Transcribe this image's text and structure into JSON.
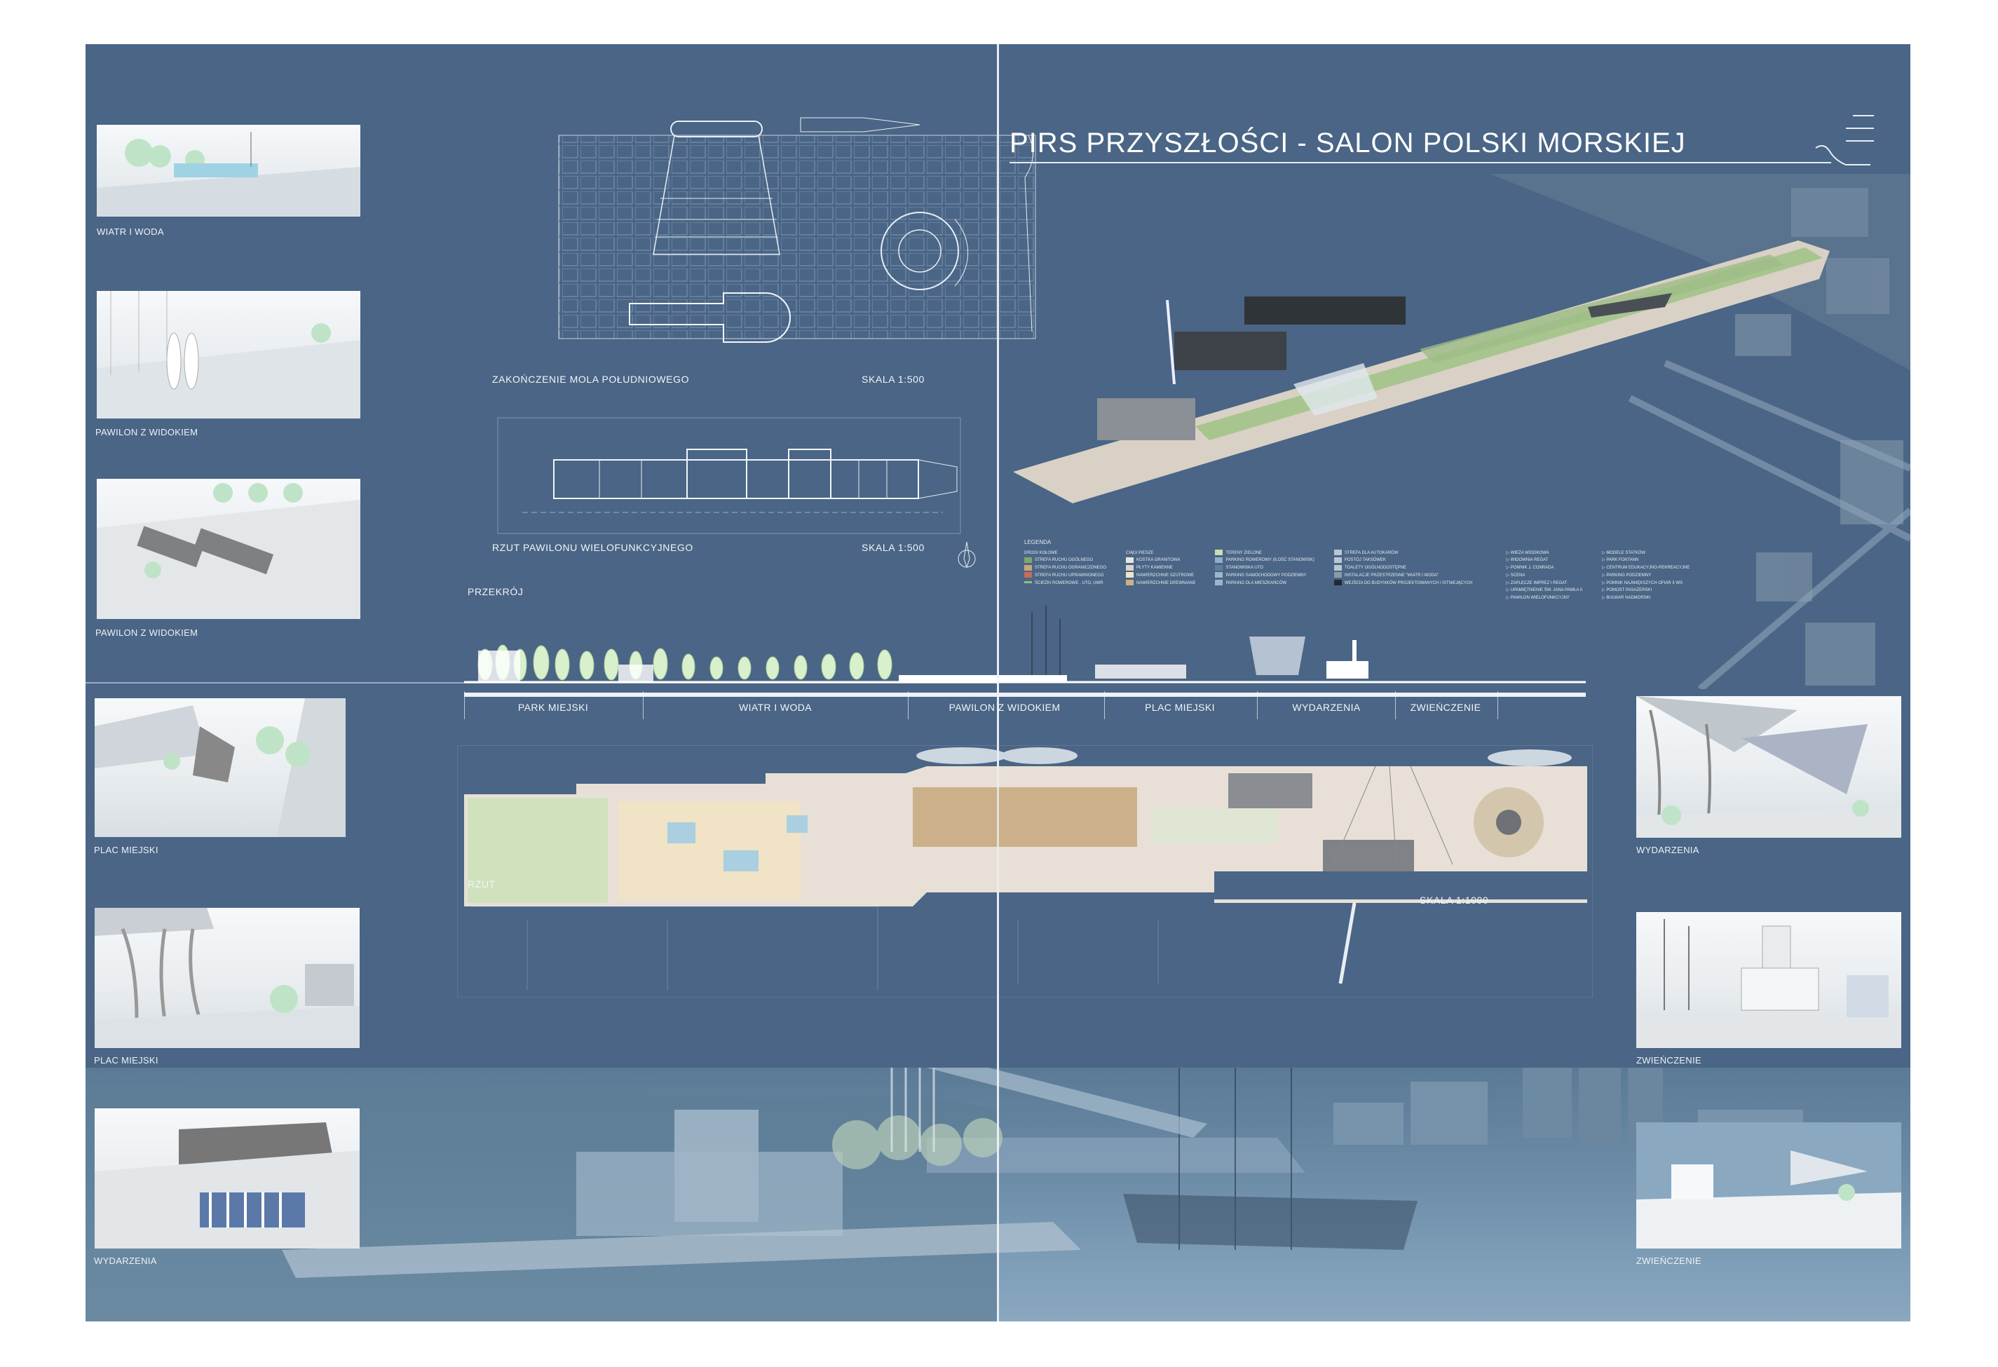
{
  "title": "PIRS PRZYSZŁOŚCI - SALON POLSKI MORSKIEJ",
  "thumbnails_left": [
    {
      "label": "WIATR I WODA"
    },
    {
      "label": "PAWILON Z WIDOKIEM"
    },
    {
      "label": "PAWILON Z WIDOKIEM"
    },
    {
      "label": "PLAC MIEJSKI"
    },
    {
      "label": "PLAC MIEJSKI"
    },
    {
      "label": "WYDARZENIA"
    }
  ],
  "thumbnails_right": [
    {
      "label": "WYDARZENIA"
    },
    {
      "label": "ZWIEŃCZENIE"
    },
    {
      "label": "ZWIEŃCZENIE"
    }
  ],
  "plan_pier_end": {
    "label": "ZAKOŃCZENIE MOLA POŁUDNIOWEGO",
    "scale": "SKALA 1:500"
  },
  "plan_pavilion": {
    "label": "RZUT PAWILONU WIELOFUNKCYJNEGO",
    "scale": "SKALA 1:500"
  },
  "section": {
    "label": "PRZEKRÓJ",
    "zones": [
      "PARK MIEJSKI",
      "WIATR I WODA",
      "PAWILON Z WIDOKIEM",
      "PLAC MIEJSKI",
      "WYDARZENIA",
      "ZWIEŃCZENIE"
    ]
  },
  "main_plan": {
    "label": "RZUT",
    "scale": "SKALA 1:1000"
  },
  "legend": {
    "title": "LEGENDA",
    "roads": {
      "header": "DROGI KOŁOWE",
      "items": [
        {
          "label": "STREFA RUCHU OGÓLNEGO",
          "color": "#7ea86a"
        },
        {
          "label": "STREFA RUCHU OGRANICZONEGO",
          "color": "#c9a57a"
        },
        {
          "label": "STREFA RUCHU UPRAWNIONEGO",
          "color": "#c96a5a"
        },
        {
          "label": "ŚCIEŻKI ROWEROWE , UTO, UWR",
          "color": "#8cc27a"
        }
      ]
    },
    "paths": {
      "header": "CIĄGI PIESZE",
      "items": [
        {
          "label": "KOSTKA GRANITOWA",
          "color": "#e6e6e6"
        },
        {
          "label": "PŁYTY KAMIENNE",
          "color": "#ddd3cb"
        },
        {
          "label": "NAWIERZCHNIE SZUTROWE",
          "color": "#f3e3c8"
        },
        {
          "label": "NAWIERZCHNIE DREWNIANE",
          "color": "#cbb08a"
        }
      ]
    },
    "green": {
      "items": [
        {
          "label": "TERENY ZIELONE",
          "color": "#c8dfb0"
        },
        {
          "label": "PARKING ROWEROWY (ILOŚĆ STANOWISK)",
          "color": "#8fb0c8"
        },
        {
          "label": "STANOWISKA UTO",
          "color": "#5f7d98"
        },
        {
          "label": "PARKING SAMOCHODOWY PODZIEMNY",
          "color": "#9bb6cc"
        },
        {
          "label": "PARKING DLA MIESZKAŃCÓW",
          "color": "#9bb6cc"
        }
      ]
    },
    "services": {
      "items": [
        {
          "label": "STREFA DLA AUTOKARÓW"
        },
        {
          "label": "POSTÓJ TAKSÓWEK"
        },
        {
          "label": "TOALETY OGÓLNODOSTĘPNE"
        },
        {
          "label": "INSTALACJE PRZESTRZENNE \"WIATR I WODA\""
        },
        {
          "label": "WEJŚCIA DO BUDYNKÓW PROJEKTOWANYCH / ISTNIEJĄCYCH"
        }
      ]
    },
    "landmarks_a": [
      "WIEŻA WIDOKOWA",
      "WIDOWNIA REGAT",
      "POMNIK J. CONRADA",
      "SCENA",
      "ZAPLECZE IMPREZ I REGAT",
      "UPAMIĘTNIENIE ŚW. JANA PAWŁA II",
      "PAWILON WIELOFUNKCYJNY"
    ],
    "landmarks_b": [
      "MODELE STATKÓW",
      "PARK FONTANN",
      "CENTRUM EDUKACYJNO-REKREACYJNE",
      "PARKING PODZIEMNY",
      "POMNIK NAJWIĘKSZYCH OFIAR II WS",
      "POMOST PASAŻERSKI",
      "BULWAR NADMORSKI"
    ]
  },
  "colors": {
    "board": "#4a6585",
    "line": "#eef2f6",
    "pier": "#e6ddd2",
    "green": "#c8dfb0"
  }
}
